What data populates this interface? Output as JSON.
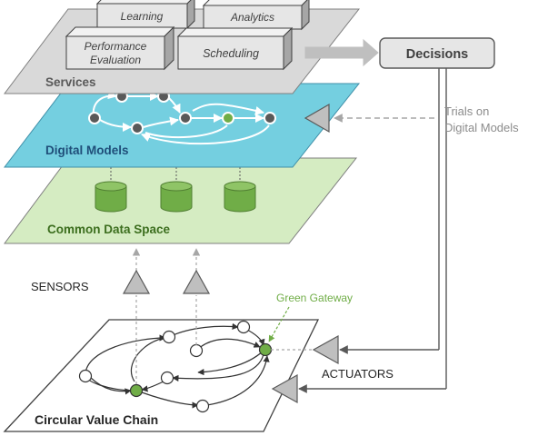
{
  "services": {
    "title": "Services",
    "boxes": {
      "learning": "Learning",
      "analytics": "Analytics",
      "performance_line1": "Performance",
      "performance_line2": "Evaluation",
      "scheduling": "Scheduling"
    }
  },
  "decisions": {
    "label": "Decisions"
  },
  "trials": {
    "line1": "Trials on",
    "line2": "Digital Models"
  },
  "digital_models": {
    "title": "Digital Models"
  },
  "common_data_space": {
    "title": "Common Data Space"
  },
  "sensors": {
    "label": "SENSORS"
  },
  "green_gateway": {
    "label": "Green Gateway"
  },
  "actuators": {
    "label": "ACTUATORS"
  },
  "circular_value_chain": {
    "title": "Circular Value Chain"
  },
  "colors": {
    "services_plane": "#d9d9d9",
    "services_box": "#e6e6e6",
    "digital_models_plane": "#74cfe0",
    "digital_models_title": "#1f4e79",
    "data_space_plane": "#d5ecc2",
    "data_space_title": "#3c6e1e",
    "cylinder": "#70ad47",
    "green_node": "#70ad47",
    "gray_text": "#8c8c8c",
    "dark_text": "#404040"
  }
}
